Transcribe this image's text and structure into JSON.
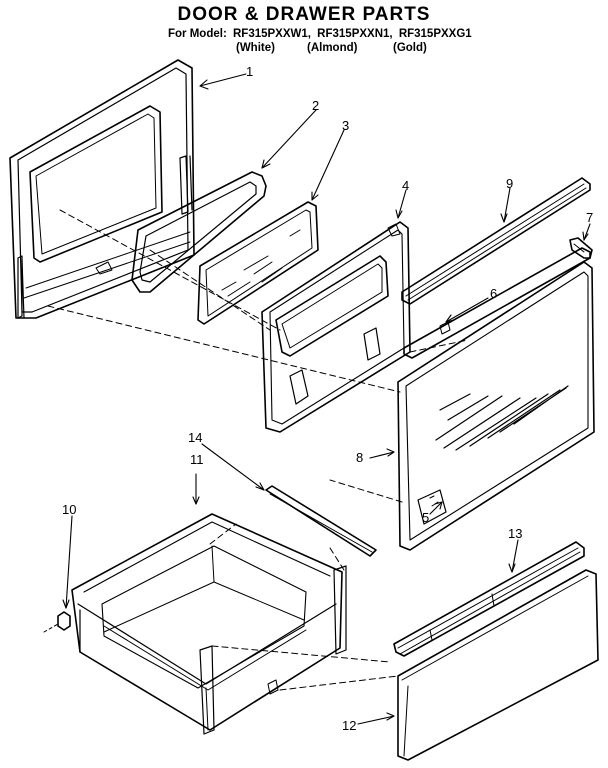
{
  "header": {
    "title": "DOOR & DRAWER PARTS",
    "for_model_label": "For Model:",
    "models": [
      {
        "code": "RF315PXXW1,",
        "color": "(White)"
      },
      {
        "code": "RF315PXXN1,",
        "color": "(Almond)"
      },
      {
        "code": "RF315PXXG1",
        "color": "(Gold)"
      }
    ]
  },
  "callouts": {
    "c1": "1",
    "c2": "2",
    "c3": "3",
    "c4": "4",
    "c5": "5",
    "c6": "6",
    "c7": "7",
    "c8": "8",
    "c9": "9",
    "c10": "10",
    "c11": "11",
    "c12": "12",
    "c13": "13",
    "c14": "14"
  }
}
